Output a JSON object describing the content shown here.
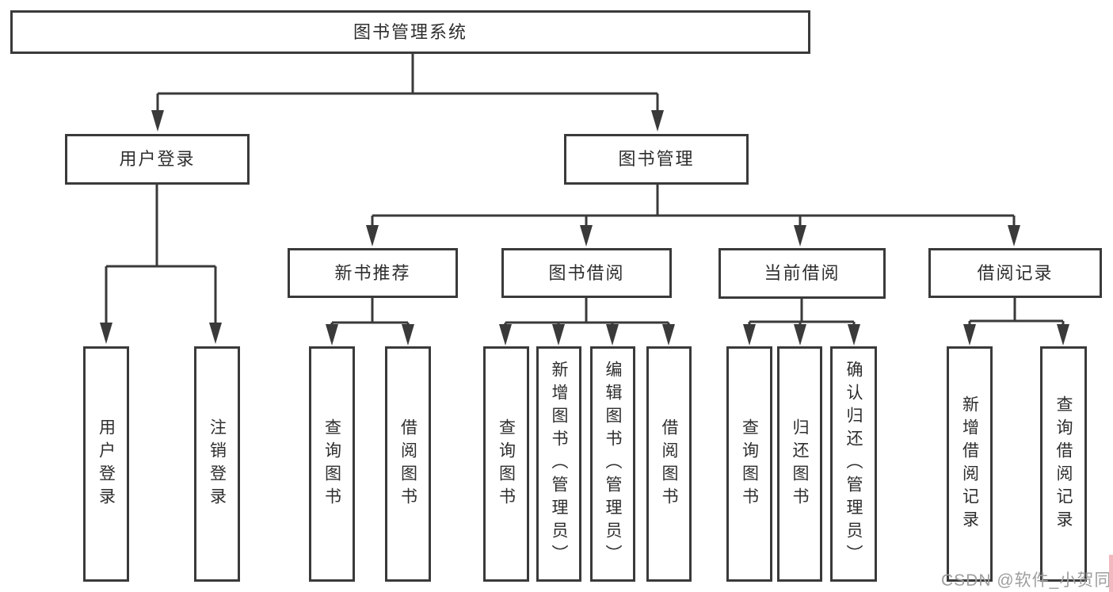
{
  "diagram": {
    "title": "图书管理系统",
    "level2": {
      "user_login": "用户登录",
      "book_management": "图书管理"
    },
    "level3": {
      "new_books": "新书推荐",
      "book_borrow": "图书借阅",
      "current_borrow": "当前借阅",
      "borrow_records": "借阅记录"
    },
    "leaves": {
      "user_login": [
        "用户登录",
        "注销登录"
      ],
      "new_books": [
        "查询图书",
        "借阅图书"
      ],
      "book_borrow": [
        "查询图书",
        "新增图书（管理员）",
        "编辑图书（管理员）",
        "借阅图书"
      ],
      "current_borrow": [
        "查询图书",
        "归还图书",
        "确认归还（管理员）"
      ],
      "borrow_records": [
        "新增借阅记录",
        "查询借阅记录"
      ]
    }
  },
  "watermark": "CSDN @软件_小贺同学",
  "colors": {
    "line": "#3a3a3a",
    "box_border": "#3a3a3a",
    "text": "#2e2e2e",
    "watermark": "#9e9e9e",
    "background": "#ffffff",
    "edge_strip": "#f2b8c0"
  }
}
